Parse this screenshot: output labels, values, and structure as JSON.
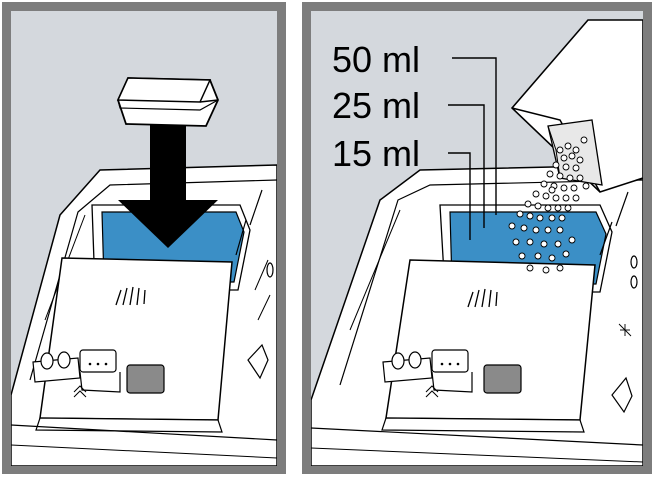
{
  "colors": {
    "frame": "#7d7d7d",
    "background": "#d4d8dd",
    "detergent_well": "#3b8fc6",
    "outline": "#000000",
    "panel_fill": "#ffffff"
  },
  "left_panel": {
    "icons": [
      "detergent-tablet-icon",
      "insert-arrow-icon",
      "detergent-dispenser-icon"
    ]
  },
  "right_panel": {
    "icons": [
      "detergent-box-icon",
      "detergent-powder-icon",
      "detergent-dispenser-icon"
    ],
    "fill_levels": [
      {
        "label": "50 ml"
      },
      {
        "label": "25 ml"
      },
      {
        "label": "15 ml"
      }
    ]
  }
}
